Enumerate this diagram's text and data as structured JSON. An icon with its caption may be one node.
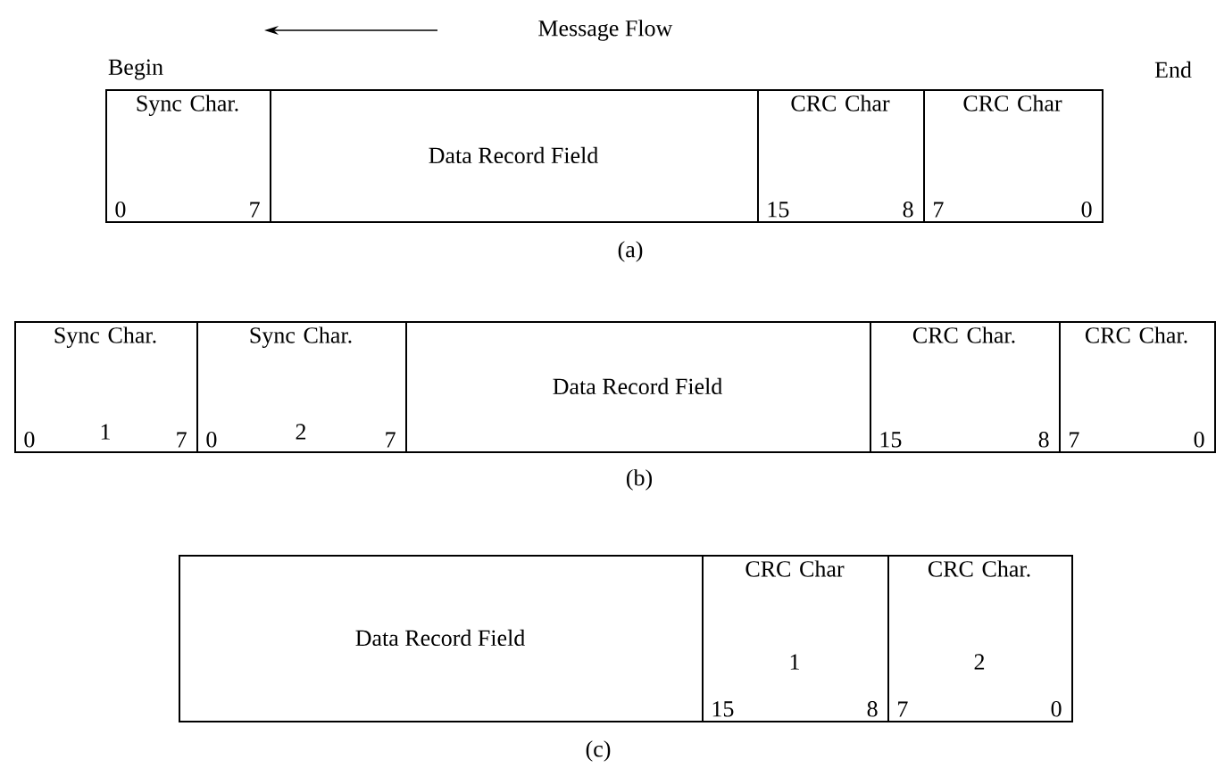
{
  "diagram": {
    "nodes": [
      {
        "text": [
          "Sync Char.",
          "0",
          "7"
        ]
      },
      {
        "text": [
          "Data Record Field"
        ]
      },
      {
        "text": [
          "CRC Char",
          "15",
          "8"
        ]
      },
      {
        "text": [
          "CRC Char",
          "7",
          "0"
        ]
      },
      {
        "text": [
          "Sync Char.",
          "0",
          "7",
          "1"
        ]
      },
      {
        "text": [
          "Sync Char.",
          "0",
          "7",
          "2"
        ]
      },
      {
        "text": [
          "Data Record Field"
        ]
      },
      {
        "text": [
          "CRC Char.",
          "15",
          "8"
        ]
      },
      {
        "text": [
          "CRC Char.",
          "7",
          "0"
        ]
      },
      {
        "text": [
          "Data Record Field"
        ]
      },
      {
        "text": [
          "CRC Char",
          "15",
          "8",
          "1"
        ]
      },
      {
        "text": [
          "CRC Char.",
          "7",
          "0",
          "2"
        ]
      }
    ],
    "labels": [
      "Message Flow",
      "Begin",
      "End",
      "(a)",
      "(b)",
      "(c)"
    ]
  }
}
